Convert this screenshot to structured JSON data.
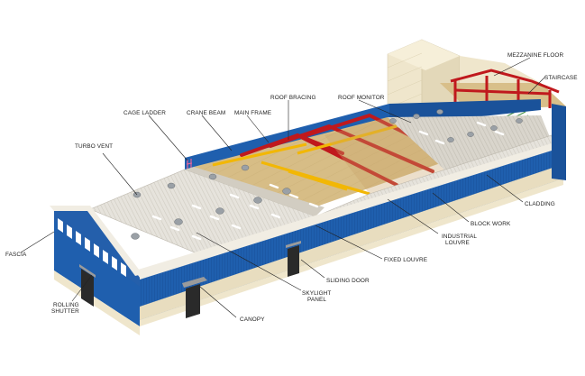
{
  "colors": {
    "background": "#ffffff",
    "cladding_blue": "#1f5fae",
    "cladding_blue_dark": "#17488a",
    "block_work": "#efe6cc",
    "roof_sheet": "#e6e3dc",
    "frame_red": "#c0191d",
    "crane_yellow": "#f2b705",
    "floor": "#d8bf8a",
    "label_text": "#222222"
  },
  "labels": {
    "mezzanine_floor": "MEZZANINE FLOOR",
    "staircase": "STAIRCASE",
    "roof_bracing": "ROOF BRACING",
    "roof_monitor": "ROOF MONITOR",
    "cage_ladder": "CAGE LADDER",
    "crane_beam": "CRANE BEAM",
    "main_frame": "MAIN FRAME",
    "turbo_vent": "TURBO VENT",
    "cladding": "CLADDING",
    "block_work": "BLOCK WORK",
    "industrial_louvre_line1": "INDUSTRIAL",
    "industrial_louvre_line2": "LOUVRE",
    "fixed_louvre": "FIXED LOUVRE",
    "fascia": "FASCIA",
    "sliding_door": "SLIDING DOOR",
    "skylight_panel_line1": "SKYLIGHT",
    "skylight_panel_line2": "PANEL",
    "rolling_shutter_line1": "ROLLING",
    "rolling_shutter_line2": "SHUTTER",
    "canopy": "CANOPY"
  }
}
